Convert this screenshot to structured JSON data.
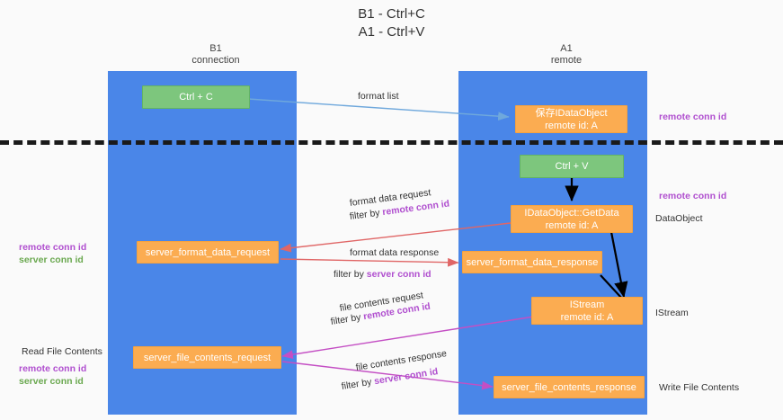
{
  "title": {
    "line1": "B1 - Ctrl+C",
    "line2": "A1 - Ctrl+V"
  },
  "lanes": [
    {
      "name": "B1",
      "role": "connection"
    },
    {
      "name": "A1",
      "role": "remote"
    }
  ],
  "nodes": {
    "ctrl_c": {
      "label": "Ctrl + C"
    },
    "ctrl_v": {
      "label": "Ctrl + V"
    },
    "save_idataobject": {
      "label": "保存IDataObject",
      "sub": "remote id: A"
    },
    "getdata": {
      "label": "IDataObject::GetData",
      "sub": "remote id: A"
    },
    "istream": {
      "label": "IStream",
      "sub": "remote id: A"
    },
    "fmt_req": {
      "label": "server_format_data_request"
    },
    "fmt_resp": {
      "label": "server_format_data_response"
    },
    "file_req": {
      "label": "server_file_contents_request"
    },
    "file_resp": {
      "label": "server_file_contents_response"
    }
  },
  "edges": {
    "format_list": {
      "text": "format list"
    },
    "format_data_request": {
      "text": "format data request",
      "filter_prefix": "filter by ",
      "filter_key": "remote conn id"
    },
    "format_data_response": {
      "text": "format data response",
      "filter_prefix": "filter by ",
      "filter_key": "server conn id"
    },
    "file_contents_request": {
      "text": "file contents request",
      "filter_prefix": "filter by ",
      "filter_key": "remote conn id"
    },
    "file_contents_response": {
      "text": "file contents response",
      "filter_prefix": "filter by ",
      "filter_key": "server conn id"
    }
  },
  "annotations": {
    "right_remote_conn_top": "remote conn id",
    "right_remote_conn_mid": "remote conn id",
    "right_dataobject": "DataObject",
    "right_istream": "IStream",
    "right_write_file": "Write File Contents",
    "left_read_file": "Read File Contents",
    "left_remote_conn_mid": "remote conn id",
    "left_server_conn_mid": "server conn id",
    "left_remote_conn_bot": "remote conn id",
    "left_server_conn_bot": "server conn id"
  },
  "colors": {
    "lane": "#4a86e8",
    "green_node": "#7dc67d",
    "orange_node": "#fbac51",
    "purple": "#b04fcf",
    "green_text": "#6aa84f",
    "red_arrow": "#e06666",
    "magenta_arrow": "#c44fc4",
    "blue_arrow": "#6fa8dc",
    "black_arrow": "#000000",
    "background": "#fafafa"
  }
}
